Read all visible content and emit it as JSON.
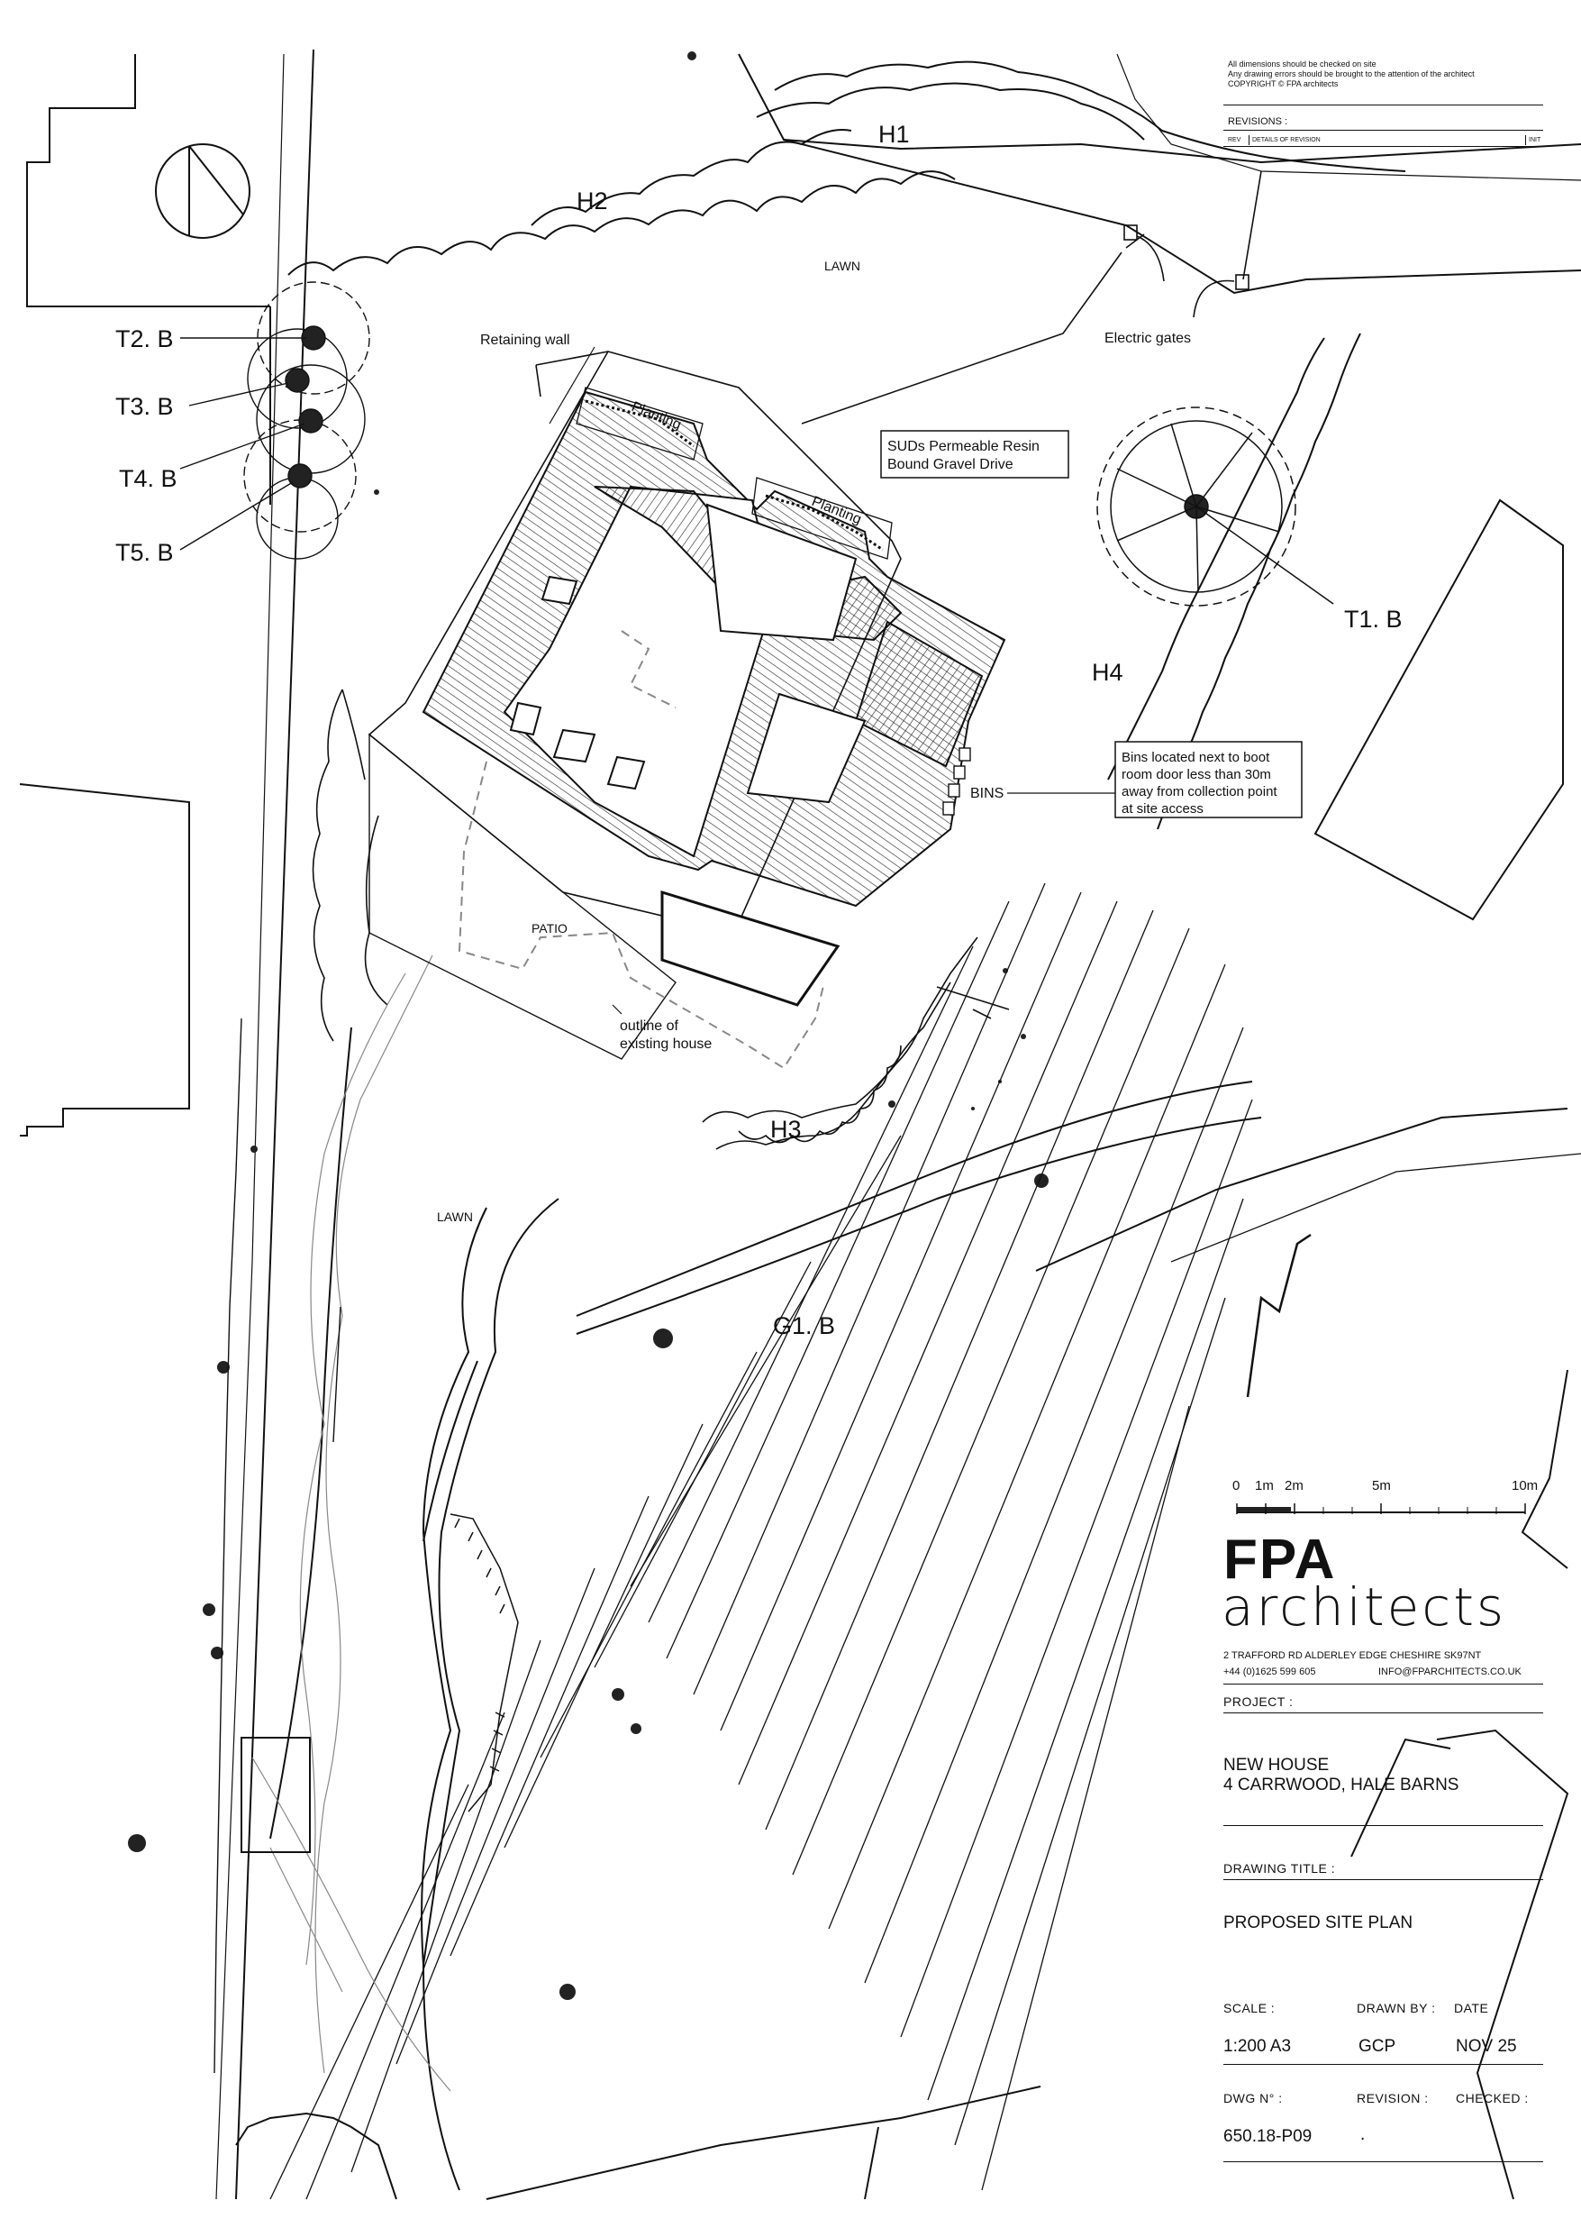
{
  "notes": {
    "line1": "All dimensions should be checked on site",
    "line2": "Any drawing errors should be brought to the attention of the architect",
    "line3": "COPYRIGHT © FPA architects"
  },
  "revisions": {
    "title": "REVISIONS :",
    "col_rev": "REV",
    "col_details": "DETAILS OF REVISION",
    "col_init": "INIT"
  },
  "labels": {
    "h1": "H1",
    "h2": "H2",
    "h3": "H3",
    "h4": "H4",
    "lawn_top": "LAWN",
    "lawn_mid": "LAWN",
    "t1": "T1. B",
    "t2": "T2. B",
    "t3": "T3. B",
    "t4": "T4. B",
    "t5": "T5. B",
    "g1": "G1. B",
    "retaining_wall": "Retaining wall",
    "planting_1": "Planting",
    "planting_2": "Planting",
    "electric_gates": "Electric gates",
    "suds_line1": "SUDs Permeable Resin",
    "suds_line2": "Bound Gravel Drive",
    "bins": "BINS",
    "bins_note_1": "Bins located next to boot",
    "bins_note_2": "room door less than 30m",
    "bins_note_3": "away from collection point",
    "bins_note_4": "at site access",
    "patio": "PATIO",
    "outline_1": "outline of",
    "outline_2": "existing house"
  },
  "scale_bar": {
    "ticks": [
      "0",
      "1m",
      "2m",
      "5m",
      "10m"
    ]
  },
  "logo": {
    "line1": "FPA",
    "line2": "architects"
  },
  "office": {
    "address": "2 TRAFFORD RD  ALDERLEY EDGE  CHESHIRE  SK97NT",
    "phone": "+44 (0)1625 599 605",
    "email": "INFO@FPARCHITECTS.CO.UK"
  },
  "project": {
    "heading": "PROJECT :",
    "line1": "NEW HOUSE",
    "line2": "4 CARRWOOD, HALE BARNS"
  },
  "drawing": {
    "heading": "DRAWING TITLE :",
    "title": "PROPOSED SITE PLAN"
  },
  "meta": {
    "scale_label": "SCALE :",
    "scale_value": "1:200 A3",
    "drawn_by_label": "DRAWN BY :",
    "drawn_by_value": "GCP",
    "date_label": "DATE",
    "date_value": "NOV 25",
    "dwg_label": "DWG N° :",
    "dwg_value": "650.18-P09",
    "revision_label": "REVISION :",
    "revision_value": ".",
    "checked_label": "CHECKED :"
  }
}
